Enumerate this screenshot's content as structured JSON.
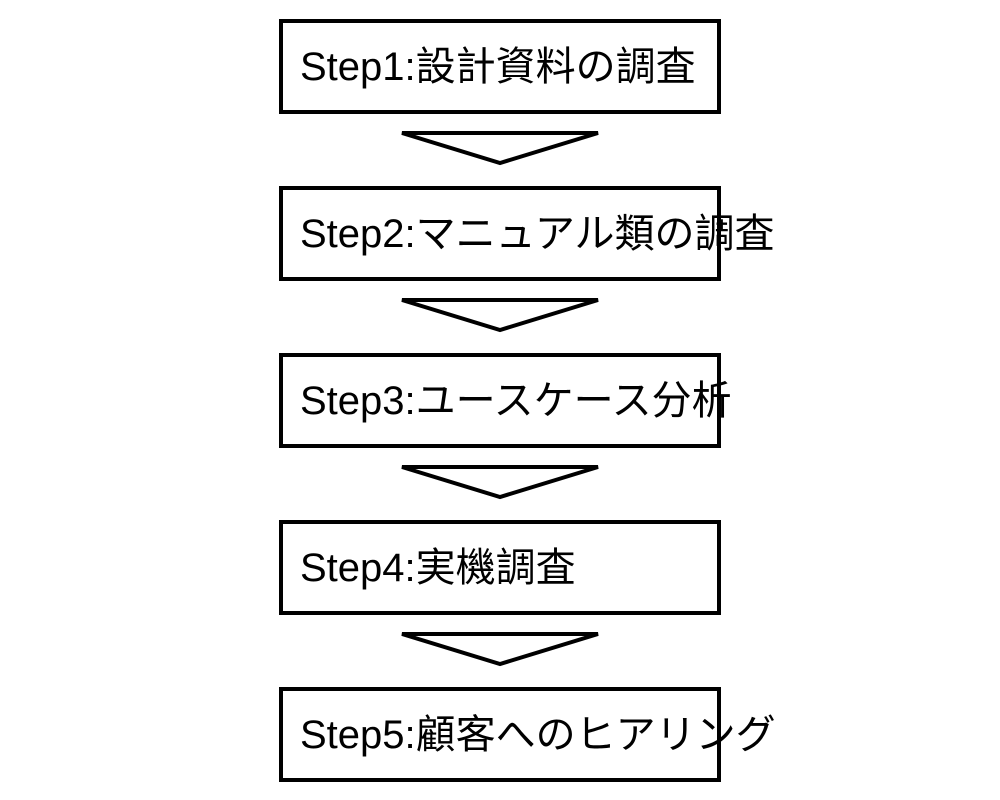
{
  "diagram": {
    "title": "Step flow diagram",
    "orientation": "vertical",
    "background_color": "#ffffff",
    "line_color": "#000000",
    "text_color": "#000000",
    "connector_icon": "down-arrow-icon",
    "steps": [
      {
        "id": "step1",
        "label": "Step1:設計資料の調査"
      },
      {
        "id": "step2",
        "label": "Step2:マニュアル類の調査"
      },
      {
        "id": "step3",
        "label": "Step3:ユースケース分析"
      },
      {
        "id": "step4",
        "label": "Step4:実機調査"
      },
      {
        "id": "step5",
        "label": "Step5:顧客へのヒアリング"
      }
    ],
    "connectors": [
      {
        "from": "step1",
        "to": "step2"
      },
      {
        "from": "step2",
        "to": "step3"
      },
      {
        "from": "step3",
        "to": "step4"
      },
      {
        "from": "step4",
        "to": "step5"
      }
    ]
  }
}
